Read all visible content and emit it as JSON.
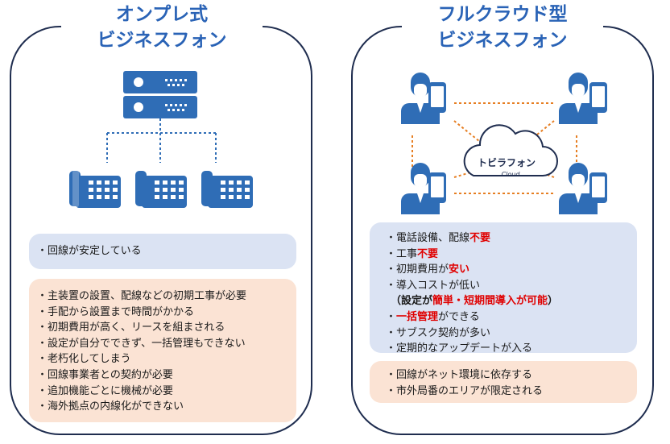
{
  "left": {
    "title_line1": "オンプレ式",
    "title_line2": "ビジネスフォン",
    "pros": [
      "回線が安定している"
    ],
    "cons": [
      "主装置の設置、配線などの初期工事が必要",
      "手配から設置まで時間がかかる",
      "初期費用が高く、リースを組まされる",
      "設定が自分でできず、一括管理もできない",
      "老朽化してしまう",
      "回線事業者との契約が必要",
      "追加機能ごとに機械が必要",
      "海外拠点の内線化ができない"
    ]
  },
  "right": {
    "title_line1": "フルクラウド型",
    "title_line2": "ビジネスフォン",
    "cloud_logo": "トビラフォン",
    "cloud_sub": "Cloud",
    "pros": {
      "item1_text": "電話設備、配線",
      "item1_emph": "不要",
      "item2_text": "工事",
      "item2_emph": "不要",
      "item3_text": "初期費用が",
      "item3_emph": "安い",
      "item4_text": "導入コストが低い",
      "item5_open": "（設定が",
      "item5_emph": "簡単・短期間導入が可能",
      "item5_close": "）",
      "item6_emph": "一括管理",
      "item6_text": "ができる",
      "item7_text": "サブスク契約が多い",
      "item8_text": "定期的なアップデートが入る"
    },
    "cons": [
      "回線がネット環境に依存する",
      "市外局番のエリアが限定される"
    ]
  },
  "colors": {
    "navy": "#1f2d4f",
    "title_blue": "#2a63b6",
    "icon_blue": "#2f6db6",
    "pros_bg": "#dbe3f3",
    "cons_bg": "#fbe3d4",
    "connector_orange": "#e67e22",
    "emphasis_red": "#e00000"
  },
  "icons": [
    "server-icon",
    "desk-phone-icon",
    "user-icon",
    "smartphone-icon",
    "cloud-icon"
  ]
}
